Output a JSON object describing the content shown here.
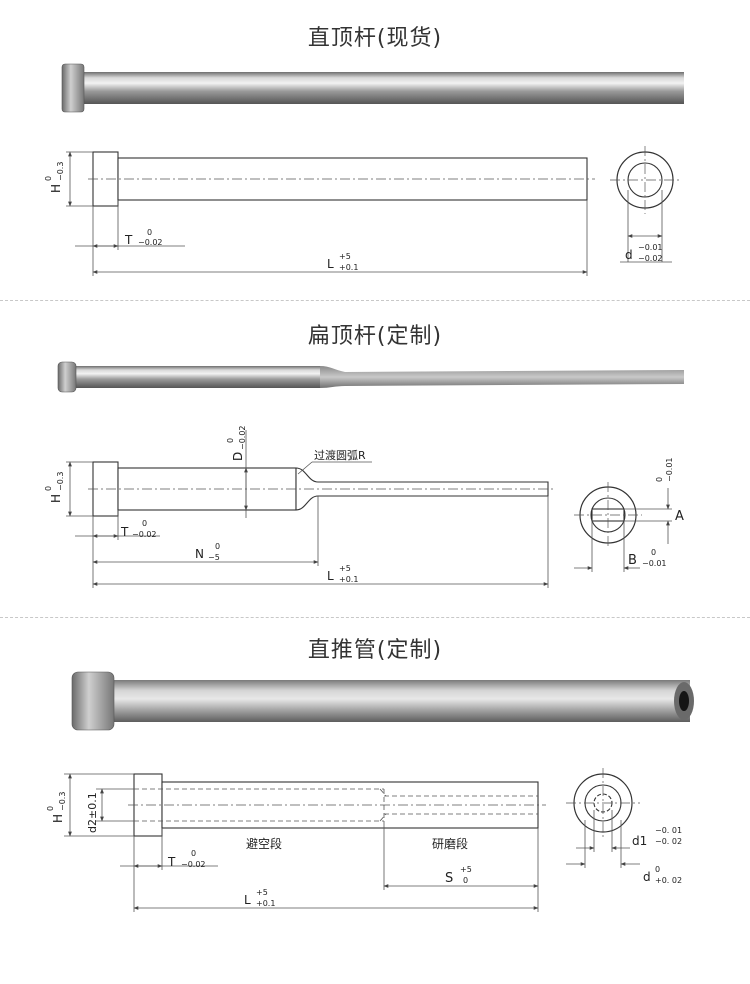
{
  "sections": [
    {
      "title": "直顶杆(现货)",
      "dims": {
        "H": "H",
        "H_tol_upper": "0",
        "H_tol_lower": "−0.3",
        "T": "T",
        "T_tol_upper": "0",
        "T_tol_lower": "−0.02",
        "L": "L",
        "L_tol_upper": "+5",
        "L_tol_lower": "+0.1",
        "d": "d",
        "d_tol_upper": "−0.01",
        "d_tol_lower": "−0.02"
      }
    },
    {
      "title": "扁顶杆(定制)",
      "dims": {
        "H": "H",
        "H_tol_upper": "0",
        "H_tol_lower": "−0.3",
        "D": "D",
        "D_tol": "−0.02",
        "D_tol_zero": "0",
        "R_label": "过渡圆弧R",
        "T": "T",
        "T_tol_upper": "0",
        "T_tol_lower": "−0.02",
        "N": "N",
        "N_tol_upper": "0",
        "N_tol_lower": "−5",
        "L": "L",
        "L_tol_upper": "+5",
        "L_tol_lower": "+0.1",
        "A": "A",
        "A_tol_upper": "0",
        "A_tol_lower": "−0.01",
        "B": "B",
        "B_tol_upper": "0",
        "B_tol_lower": "−0.01"
      }
    },
    {
      "title": "直推管(定制)",
      "dims": {
        "H": "H",
        "H_tol_upper": "0",
        "H_tol_lower": "−0.3",
        "d2": "d2±0.1",
        "clearance_label": "避空段",
        "grind_label": "研磨段",
        "T": "T",
        "T_tol_upper": "0",
        "T_tol_lower": "−0.02",
        "S": "S",
        "S_tol_upper": "+5",
        "S_tol_lower": "0",
        "L": "L",
        "L_tol_upper": "+5",
        "L_tol_lower": "+0.1",
        "d1": "d1",
        "d1_tol_upper": "−0. 01",
        "d1_tol_lower": "−0. 02",
        "d": "d",
        "d_tol_upper": "0",
        "d_tol_lower": "+0. 02"
      }
    }
  ]
}
